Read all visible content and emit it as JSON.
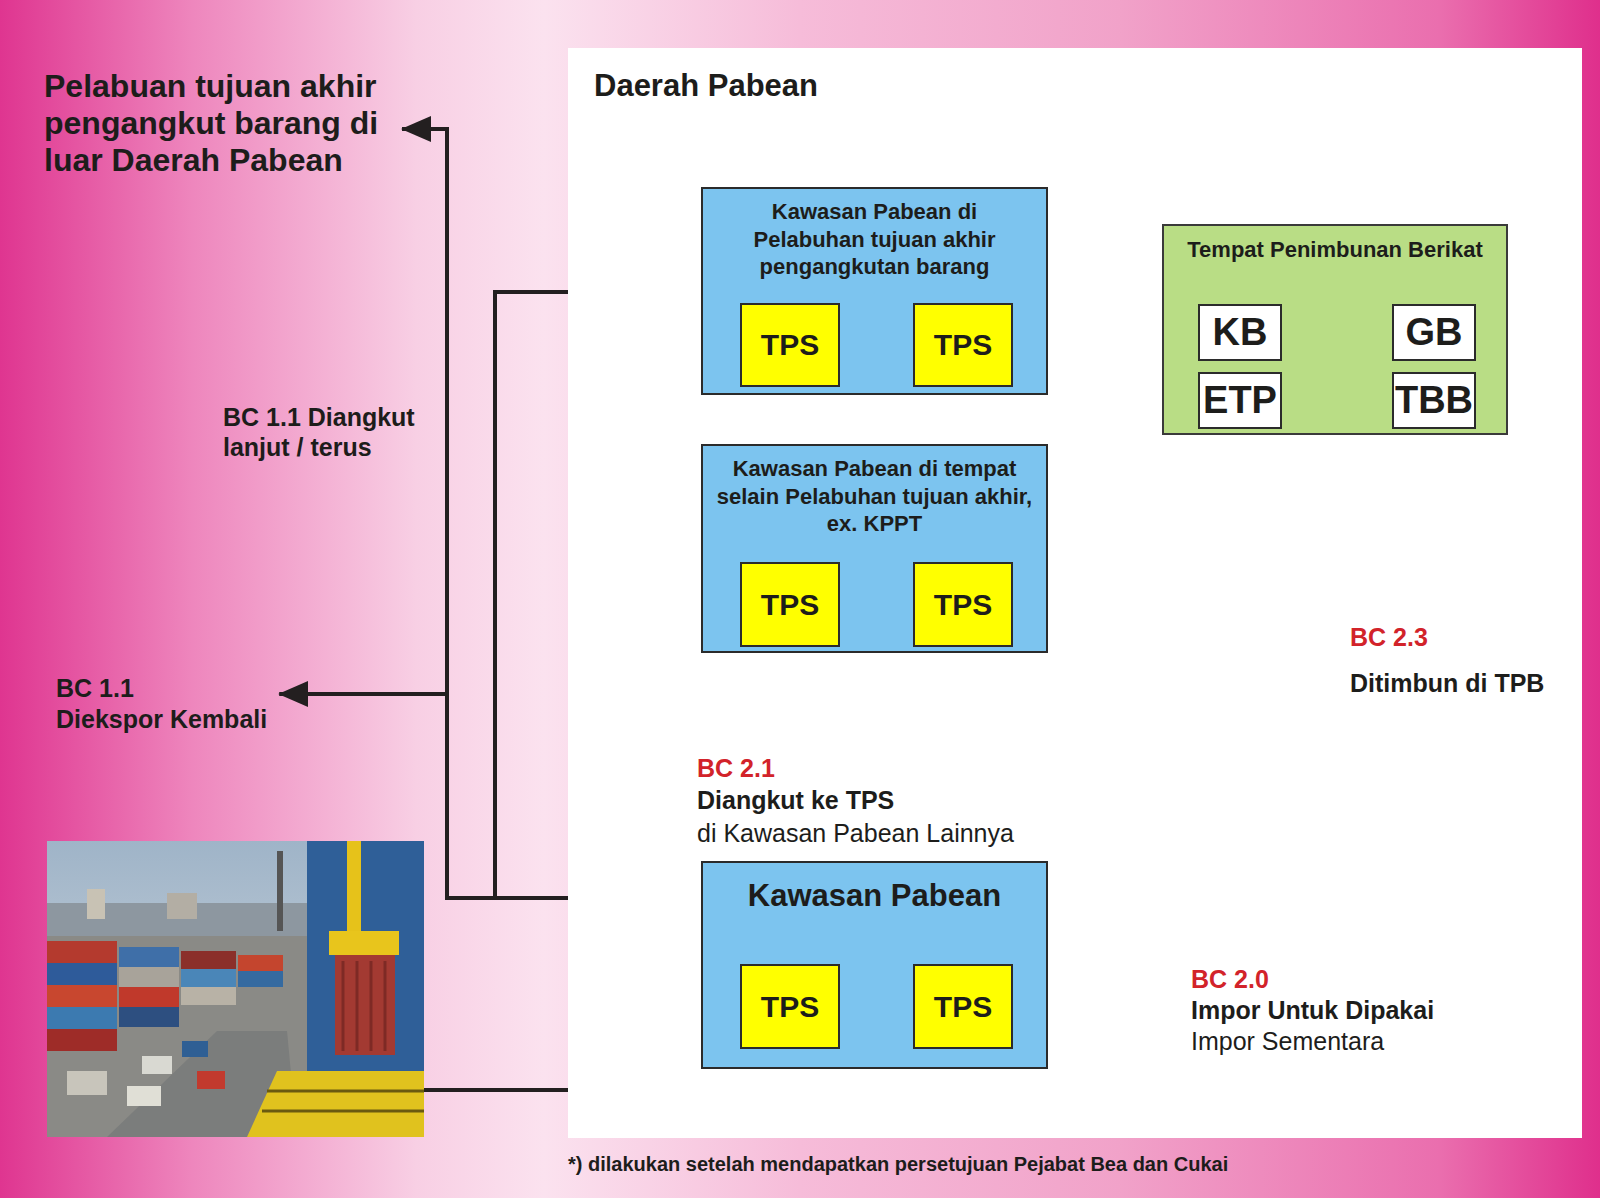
{
  "diagram": {
    "caption": "*) dilakukan setelah mendapatkan persetujuan Pejabat Bea dan Cukai",
    "nodes": [
      {
        "text": [
          "Pelabuan tujuan akhir pengangkut barang di luar Daerah Pabean"
        ]
      },
      {
        "text": [
          "Daerah Pabean"
        ]
      },
      {
        "text": [
          "Kawasan Pabean di Pelabuhan tujuan akhir pengangkutan barang"
        ],
        "in": 1
      },
      {
        "text": [
          "TPS"
        ],
        "in": 2
      },
      {
        "text": [
          "TPS"
        ],
        "in": 2
      },
      {
        "text": [
          "Tempat Penimbunan Berikat"
        ],
        "in": 1
      },
      {
        "text": [
          "KB"
        ],
        "in": 5
      },
      {
        "text": [
          "GB"
        ],
        "in": 5
      },
      {
        "text": [
          "ETP"
        ],
        "in": 5
      },
      {
        "text": [
          "TBB"
        ],
        "in": 5
      },
      {
        "text": [
          "Kawasan Pabean di tempat selain Pelabuhan tujuan akhir, ex. KPPT"
        ],
        "in": 1
      },
      {
        "text": [
          "TPS"
        ],
        "in": 10
      },
      {
        "text": [
          "TPS"
        ],
        "in": 10
      },
      {
        "text": [
          "BC 1.1",
          "Diekspor Kembali"
        ]
      },
      {
        "text": [
          "Kawasan Pabean"
        ],
        "in": 1
      },
      {
        "text": [
          "TPS"
        ],
        "in": 14
      },
      {
        "text": [
          "TPS"
        ],
        "in": 14
      },
      {
        "text": [
          "BC 2.0",
          "Impor Untuk Dipakai",
          "Impor Sementara"
        ],
        "in": 1
      }
    ],
    "edges": [
      {
        "from": 14,
        "to": 0,
        "arrow": "to",
        "label": "BC 1.1 Diangkut lanjut / terus"
      },
      {
        "from": 14,
        "to": 13,
        "arrow": "to"
      },
      {
        "from": 14,
        "to": 2,
        "arrow": "to"
      },
      {
        "from": 14,
        "to": 5,
        "arrow": "to"
      },
      {
        "from": 14,
        "to": 17,
        "arrow": "to"
      }
    ],
    "labels": [
      "BC 2.1",
      "Diangkut ke TPS",
      "di Kawasan Pabean Lainnya",
      "BC 2.3",
      "Ditimbun di TPB"
    ]
  }
}
